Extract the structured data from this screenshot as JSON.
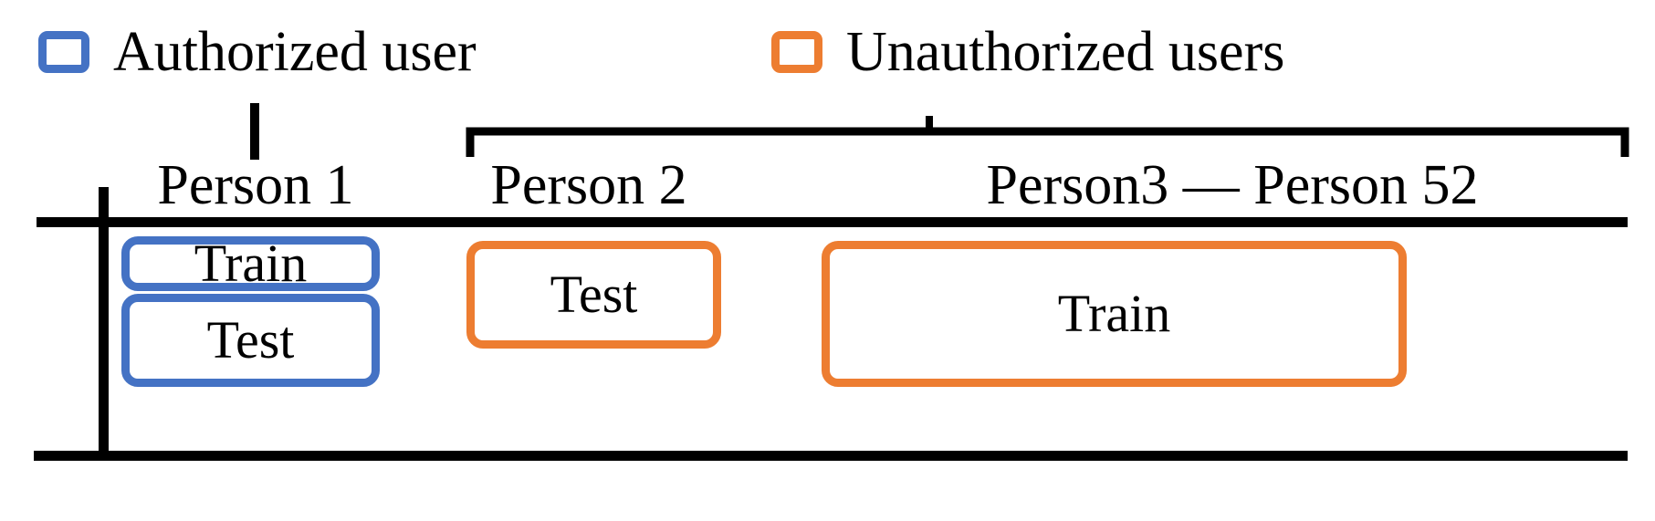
{
  "legend": {
    "items": [
      {
        "label": "Authorized user",
        "color": "#4472C4",
        "swatch": "blue-outline-square-icon"
      },
      {
        "label": "Unauthorized users",
        "color": "#ED7D31",
        "swatch": "orange-outline-square-icon"
      }
    ]
  },
  "axis": {
    "groups": [
      {
        "label": "Person 1"
      },
      {
        "label": "Person 2"
      },
      {
        "label": "Person3  —  Person 52"
      }
    ],
    "bracket_label": "unauthorized-group-bracket"
  },
  "boxes": [
    {
      "label": "Train",
      "color": "#4472C4",
      "group": "Person 1",
      "role": "authorized-train"
    },
    {
      "label": "Test",
      "color": "#4472C4",
      "group": "Person 1",
      "role": "authorized-test"
    },
    {
      "label": "Test",
      "color": "#ED7D31",
      "group": "Person 2",
      "role": "unauthorized-test"
    },
    {
      "label": "Train",
      "color": "#ED7D31",
      "group": "Person3 — Person 52",
      "role": "unauthorized-train"
    }
  ],
  "colors": {
    "authorized": "#4472C4",
    "unauthorized": "#ED7D31",
    "rule": "#000000",
    "background": "#ffffff"
  }
}
